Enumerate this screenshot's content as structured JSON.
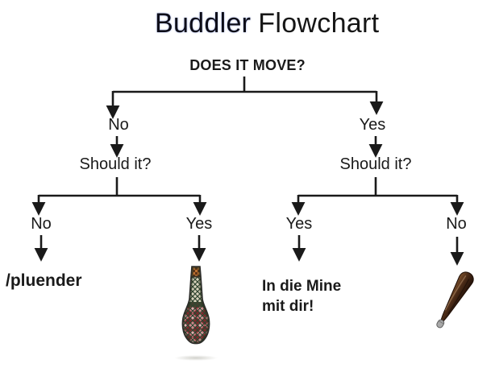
{
  "title": {
    "part1": "Buddler",
    "part2": "Flowchart"
  },
  "flowchart": {
    "root_question": "DOES IT MOVE?",
    "level1": {
      "left": "No",
      "right": "Yes"
    },
    "level2": {
      "left": "Should it?",
      "right": "Should it?"
    },
    "level3": {
      "left_no": "No",
      "left_yes": "Yes",
      "right_yes": "Yes",
      "right_no": "No"
    }
  },
  "outcomes": {
    "left_no": "/pluender",
    "right_yes": "In die Mine\nmit dir!",
    "left_yes_icon": "netted-wine-bottle-icon",
    "right_no_icon": "wooden-club-icon"
  },
  "colors": {
    "line": "#1a1a1a",
    "text": "#1a1a1a",
    "background": "#ffffff",
    "bottle_red": "#7e282c",
    "bottle_red_diamond": "#cf8187",
    "bottle_cream": "#d9d3bd",
    "bottle_lattice_green": "#2f4530",
    "cork_orange": "#b96f2f",
    "club_brown": "#4a2b17",
    "club_cap_silver": "#a9a9a9"
  }
}
